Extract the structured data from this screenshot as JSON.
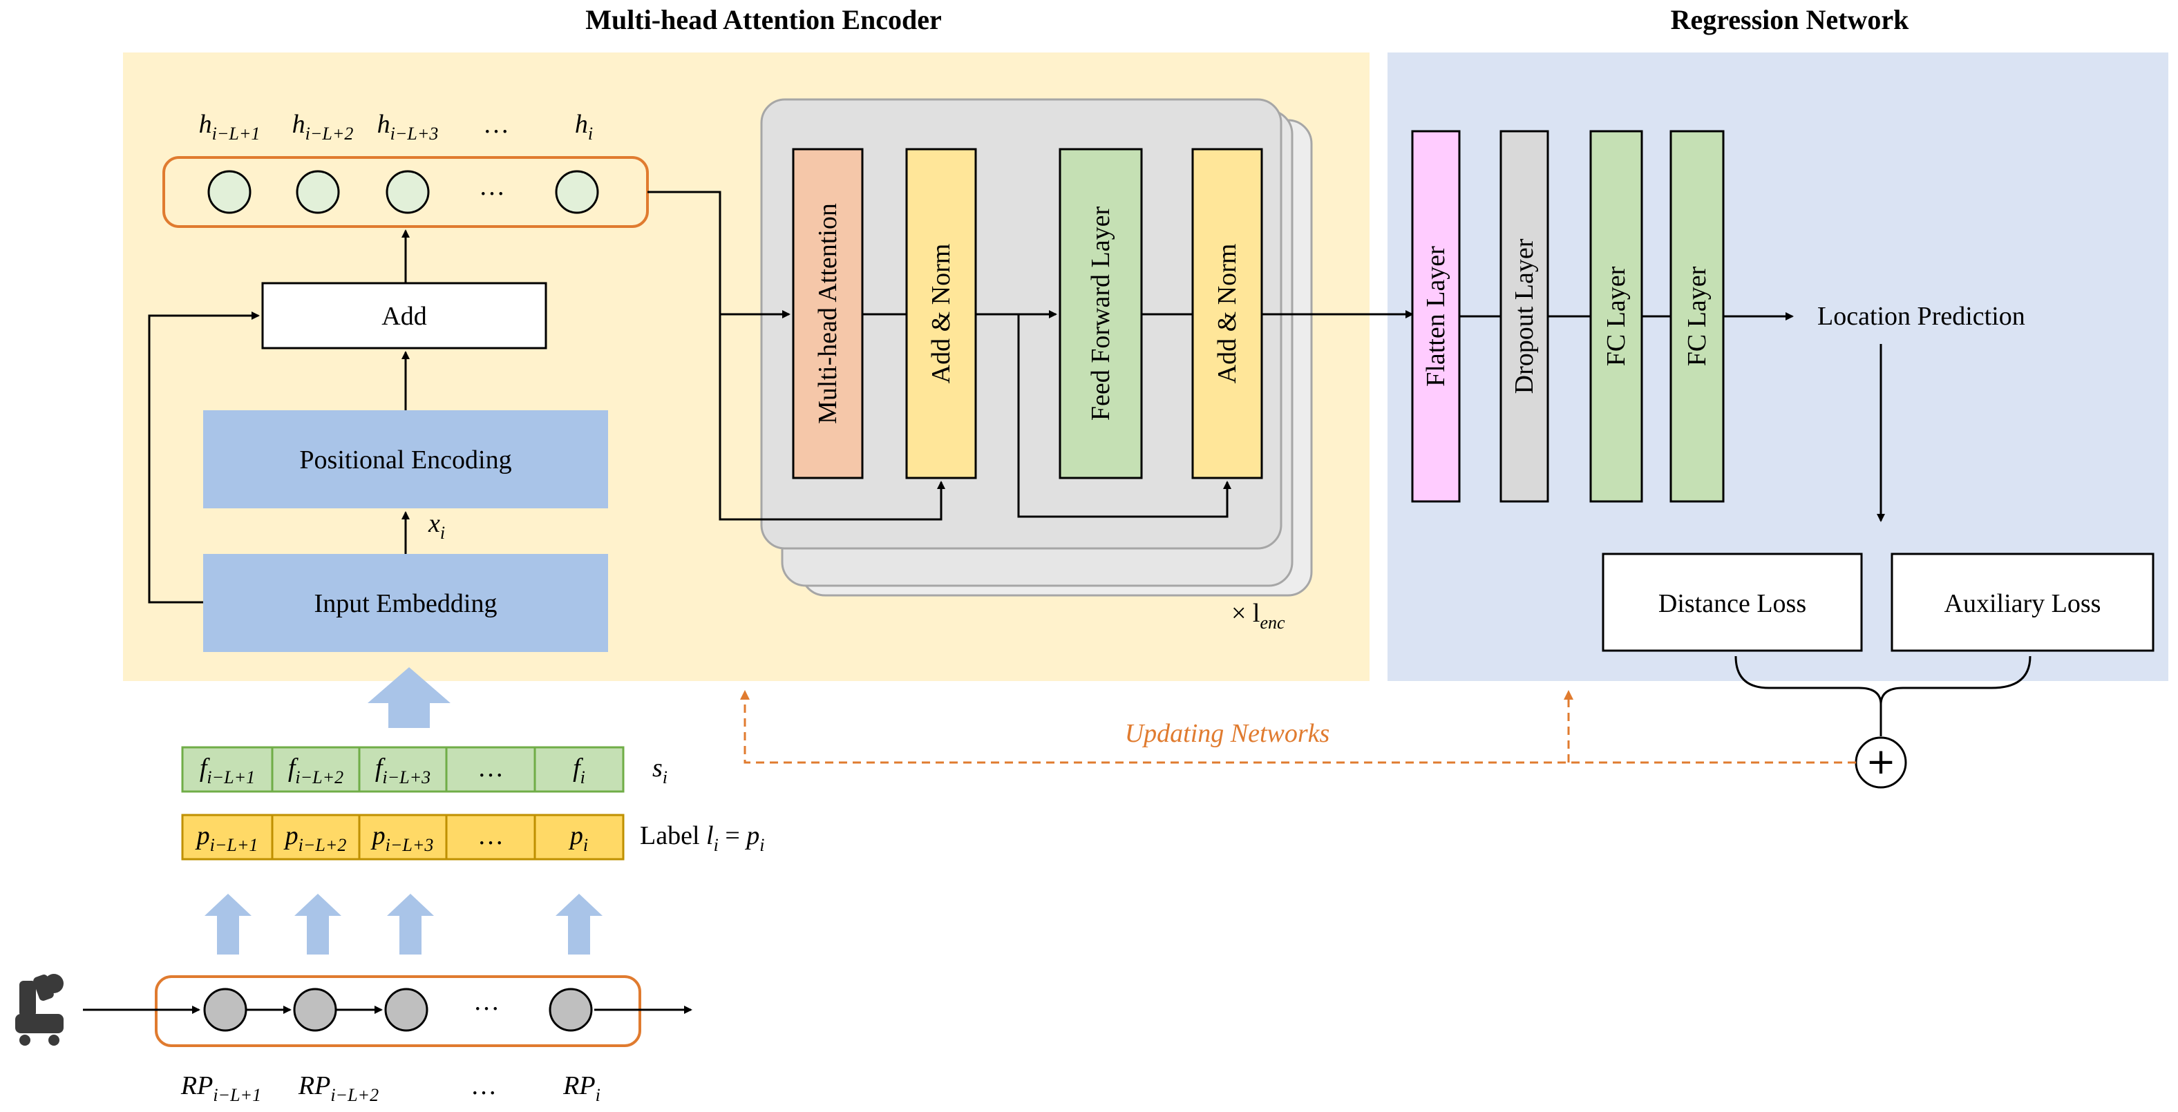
{
  "titles": {
    "encoder": "Multi-head Attention Encoder",
    "regression": "Regression Network"
  },
  "encoder": {
    "hidden_states": [
      {
        "base": "h",
        "sub": "i−L+1"
      },
      {
        "base": "h",
        "sub": "i−L+2"
      },
      {
        "base": "h",
        "sub": "i−L+3"
      },
      {
        "base": "…",
        "sub": ""
      },
      {
        "base": "h",
        "sub": "i"
      }
    ],
    "add_label": "Add",
    "positional_encoding_label": "Positional Encoding",
    "x_label": {
      "base": "x",
      "sub": "i"
    },
    "input_embedding_label": "Input Embedding",
    "block_layers": [
      "Multi-head Attention",
      "Add & Norm",
      "Feed Forward Layer",
      "Add & Norm"
    ],
    "repeat_label": {
      "base": "× l",
      "sub": "enc"
    }
  },
  "regression": {
    "layers": [
      "Flatten Layer",
      "Dropout Layer",
      "FC Layer",
      "FC Layer"
    ],
    "output_label": "Location Prediction",
    "losses": [
      "Distance Loss",
      "Auxiliary Loss"
    ],
    "combine_symbol": "+"
  },
  "feedback_label": "Updating Networks",
  "sequences": {
    "features": {
      "cells": [
        {
          "base": "f",
          "sub": "i−L+1"
        },
        {
          "base": "f",
          "sub": "i−L+2"
        },
        {
          "base": "f",
          "sub": "i−L+3"
        },
        {
          "base": "…",
          "sub": ""
        },
        {
          "base": "f",
          "sub": "i"
        }
      ],
      "label": {
        "base": "s",
        "sub": "i"
      }
    },
    "positions": {
      "cells": [
        {
          "base": "p",
          "sub": "i−L+1"
        },
        {
          "base": "p",
          "sub": "i−L+2"
        },
        {
          "base": "p",
          "sub": "i−L+3"
        },
        {
          "base": "…",
          "sub": ""
        },
        {
          "base": "p",
          "sub": "i"
        }
      ],
      "label_prefix": "Label ",
      "label_l": {
        "base": "l",
        "sub": "i"
      },
      "label_eq": " = ",
      "label_p": {
        "base": "p",
        "sub": "i"
      }
    }
  },
  "reference_points": [
    {
      "base": "RP",
      "sub": "i−L+1"
    },
    {
      "base": "RP",
      "sub": "i−L+2"
    },
    {
      "base": "…",
      "sub": ""
    },
    {
      "base": "RP",
      "sub": "i"
    }
  ],
  "colors": {
    "encoder_bg": "#fff2cc",
    "regression_bg": "#dae3f3",
    "blue_box": "#a9c4e8",
    "orange": "#e07b2f",
    "attention": "#f5c7a9",
    "add_norm": "#ffe699",
    "feed_forward": "#c5e0b4",
    "flatten": "#ffccff",
    "dropout": "#d9d9d9",
    "fc": "#c5e0b4",
    "feature_cells": "#c5e0b4",
    "position_cells": "#ffd966",
    "node_fill_top": "#e2f0d9",
    "node_fill_bottom": "#bfbfbf"
  },
  "icons": [
    "robot-icon"
  ]
}
